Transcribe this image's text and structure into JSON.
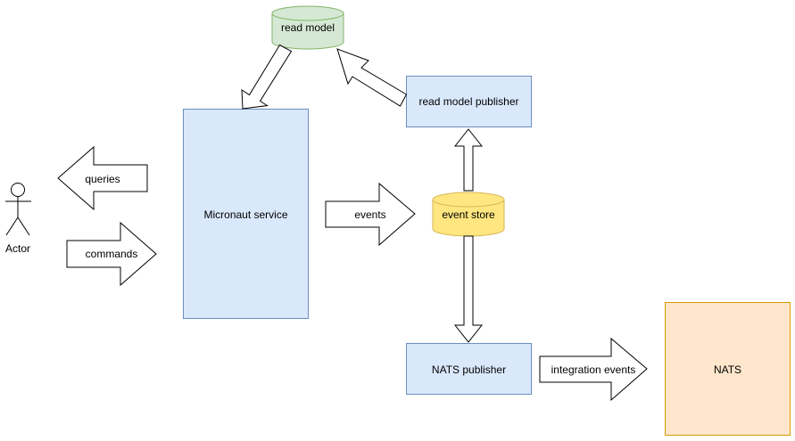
{
  "actor": {
    "label": "Actor"
  },
  "arrows": {
    "queries": "queries",
    "commands": "commands",
    "events": "events",
    "integration_events": "integration events"
  },
  "nodes": {
    "micronaut_service": "Micronaut service",
    "read_model": "read model",
    "read_model_publisher": "read model publisher",
    "event_store": "event store",
    "nats_publisher": "NATS publisher",
    "nats": "NATS"
  },
  "colors": {
    "process_fill": "#dae8fc",
    "process_stroke": "#6c8ebf",
    "read_model_fill": "#d5e8d4",
    "read_model_stroke": "#82b366",
    "event_store_fill": "#ffe680",
    "event_store_stroke": "#d6b656",
    "nats_fill": "#ffe6cc",
    "nats_stroke": "#d79b00",
    "arrow_fill": "#ffffff",
    "line": "#000000"
  }
}
